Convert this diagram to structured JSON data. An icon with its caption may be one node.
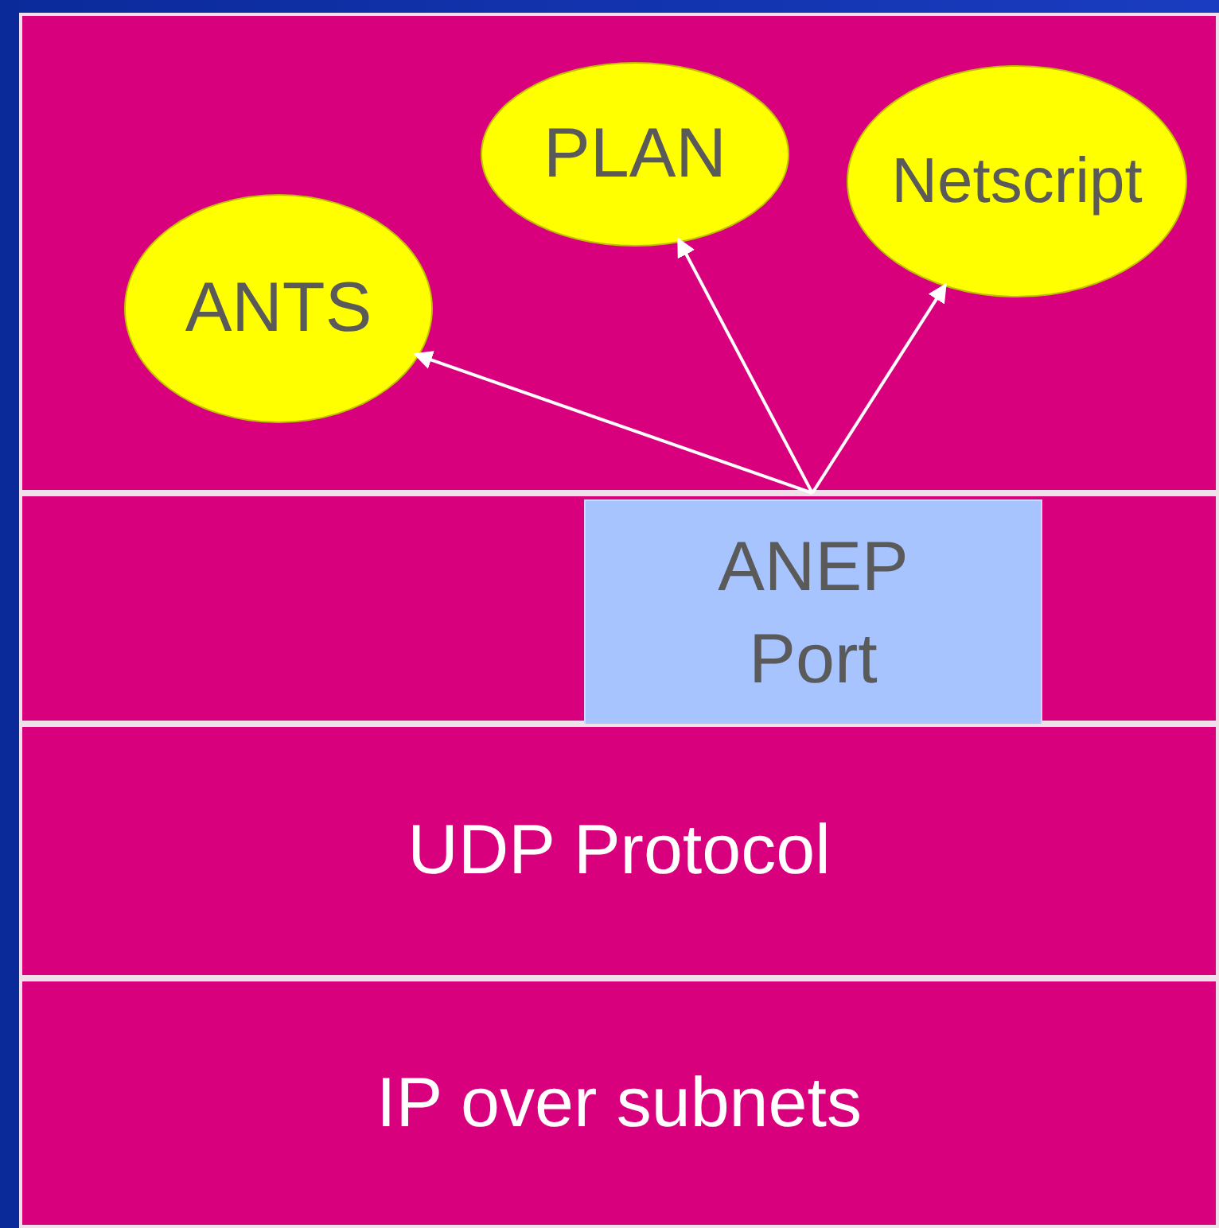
{
  "diagram": {
    "nodes": [
      {
        "text": [],
        "shape": "box"
      },
      {
        "text": [
          "ANTS"
        ],
        "in": 0
      },
      {
        "text": [
          "PLAN"
        ],
        "in": 0
      },
      {
        "text": [
          "Netscript"
        ],
        "in": 0
      },
      {
        "text": [],
        "shape": "box"
      },
      {
        "text": [
          "ANEP Port"
        ],
        "in": 4
      },
      {
        "text": [
          "UDP Protocol"
        ]
      },
      {
        "text": [
          "IP over subnets"
        ]
      }
    ],
    "edges": [
      {
        "from": 5,
        "to": 1,
        "arrow": "to"
      },
      {
        "from": 5,
        "to": 2,
        "arrow": "to"
      },
      {
        "from": 5,
        "to": 3,
        "arrow": "to"
      }
    ]
  }
}
